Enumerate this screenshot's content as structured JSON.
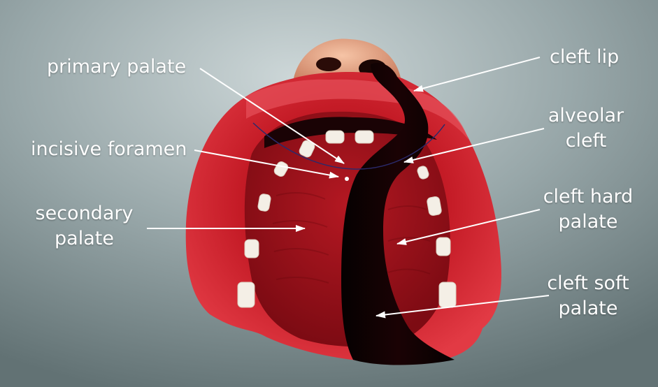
{
  "labels": {
    "primary_palate": "primary palate",
    "incisive_foramen": "incisive foramen",
    "secondary_palate": [
      "secondary",
      "palate"
    ],
    "cleft_lip": "cleft lip",
    "alveolar_cleft": [
      "alveolar",
      "cleft"
    ],
    "cleft_hard_palate": [
      "cleft hard",
      "palate"
    ],
    "cleft_soft_palate": [
      "cleft soft",
      "palate"
    ]
  },
  "colors": {
    "background": "#8e9c9f",
    "background_light": "#c4cfd1",
    "gum": "#cf1f2b",
    "palate": "#a8141f",
    "cleft": "#0b0203",
    "tooth": "#f4efe6",
    "nose": "#e9a888",
    "text": "#ffffff"
  }
}
